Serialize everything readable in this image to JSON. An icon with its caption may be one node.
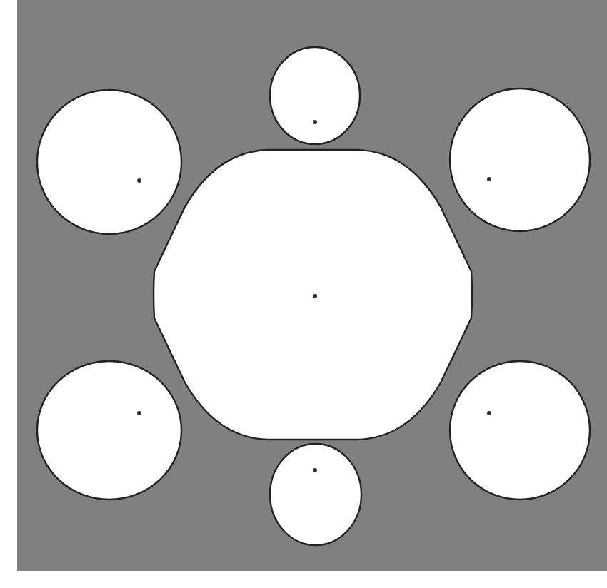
{
  "diagram": {
    "nodes": [
      {
        "text": [],
        "shape": "circle"
      },
      {
        "text": [],
        "shape": "circle"
      },
      {
        "text": [],
        "shape": "circle"
      },
      {
        "text": [],
        "shape": "hexagon"
      },
      {
        "text": [],
        "shape": "circle"
      },
      {
        "text": [],
        "shape": "circle"
      },
      {
        "text": [],
        "shape": "circle"
      }
    ]
  }
}
